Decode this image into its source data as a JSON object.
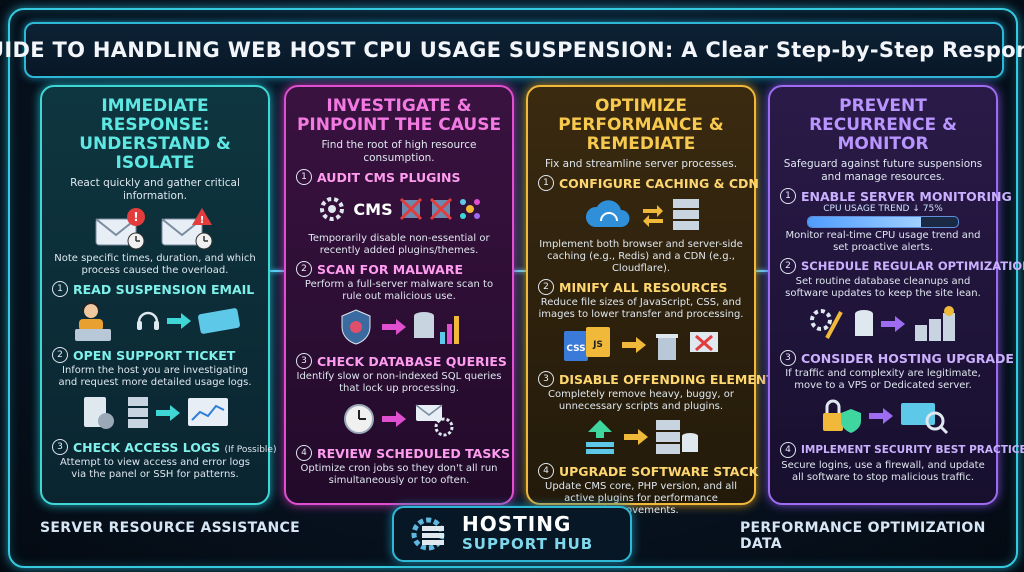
{
  "title": "GUIDE TO HANDLING WEB HOST CPU USAGE SUSPENSION: A Clear Step-by-Step Response",
  "panels": [
    {
      "title": "IMMEDIATE RESPONSE: UNDERSTAND & ISOLATE",
      "subtitle": "React quickly and gather critical information.",
      "intro": "Note specific times, duration, and which process caused the overload.",
      "steps": [
        {
          "num": "1",
          "head": "READ SUSPENSION EMAIL",
          "desc": ""
        },
        {
          "num": "2",
          "head": "OPEN SUPPORT TICKET",
          "desc": "Inform the host you are investigating and request more detailed usage logs."
        },
        {
          "num": "3",
          "head": "CHECK ACCESS LOGS",
          "note": "(If Possible)",
          "desc": "Attempt to view access and error logs via the panel or SSH for patterns."
        }
      ]
    },
    {
      "title": "INVESTIGATE & PINPOINT THE CAUSE",
      "subtitle": "Find the root of high resource consumption.",
      "cms": "CMS",
      "steps": [
        {
          "num": "1",
          "head": "AUDIT CMS PLUGINS",
          "desc": "Temporarily disable non-essential or recently added plugins/themes."
        },
        {
          "num": "2",
          "head": "SCAN FOR MALWARE",
          "desc": "Perform a full-server malware scan to rule out malicious use."
        },
        {
          "num": "3",
          "head": "CHECK DATABASE QUERIES",
          "desc": "Identify slow or non-indexed SQL queries that lock up processing."
        },
        {
          "num": "4",
          "head": "REVIEW SCHEDULED TASKS",
          "desc": "Optimize cron jobs so they don't all run simultaneously or too often."
        }
      ]
    },
    {
      "title": "OPTIMIZE PERFORMANCE & REMEDIATE",
      "subtitle": "Fix and streamline server processes.",
      "css": "CSS",
      "js": "JS",
      "steps": [
        {
          "num": "1",
          "head": "CONFIGURE CACHING & CDN",
          "desc": "Implement both browser and server-side caching (e.g., Redis) and a CDN (e.g., Cloudflare)."
        },
        {
          "num": "2",
          "head": "MINIFY ALL RESOURCES",
          "desc": "Reduce file sizes of JavaScript, CSS, and images to lower transfer and processing."
        },
        {
          "num": "3",
          "head": "DISABLE OFFENDING ELEMENTS",
          "desc": "Completely remove heavy, buggy, or unnecessary scripts and plugins."
        },
        {
          "num": "4",
          "head": "UPGRADE SOFTWARE STACK",
          "desc": "Update CMS core, PHP version, and all active plugins for performance improvements."
        }
      ]
    },
    {
      "title": "PREVENT RECURRENCE & MONITOR",
      "subtitle": "Safeguard against future suspensions and manage resources.",
      "trend_label": "CPU USAGE TREND",
      "trend_value": "↓ 75%",
      "trend_fraction": 0.75,
      "steps": [
        {
          "num": "1",
          "head": "ENABLE SERVER MONITORING",
          "desc": "Monitor real-time CPU usage trend and set proactive alerts."
        },
        {
          "num": "2",
          "head": "SCHEDULE REGULAR OPTIMIZATION",
          "desc": "Set routine database cleanups and software updates to keep the site lean."
        },
        {
          "num": "3",
          "head": "CONSIDER HOSTING UPGRADE",
          "desc": "If traffic and complexity are legitimate, move to a VPS or Dedicated server."
        },
        {
          "num": "4",
          "head": "IMPLEMENT SECURITY BEST PRACTICES",
          "desc": "Secure logins, use a firewall, and update all software to stop malicious traffic."
        }
      ]
    }
  ],
  "footer": {
    "left": "SERVER RESOURCE ASSISTANCE",
    "right": "PERFORMANCE OPTIMIZATION DATA",
    "brand_line1": "HOSTING",
    "brand_line2": "SUPPORT HUB"
  },
  "colors": {
    "panel1": "#3fd6d6",
    "panel2": "#e04fcf",
    "panel3": "#f0b93a",
    "panel4": "#9d6cf0",
    "frame": "#36c9e0"
  }
}
